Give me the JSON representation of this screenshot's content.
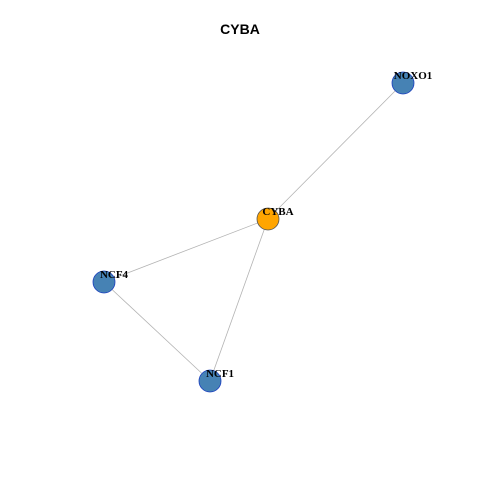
{
  "title": "CYBA",
  "colors": {
    "center_node": "#FFA500",
    "neighbor_node": "#4682B4",
    "node_border_center": "#555555",
    "node_border_neighbor": "#1a3fbf",
    "edge": "#b3b3b3"
  },
  "nodes": [
    {
      "id": "CYBA",
      "label": "CYBA",
      "role": "center"
    },
    {
      "id": "NOXO1",
      "label": "NOXO1",
      "role": "neighbor"
    },
    {
      "id": "NCF4",
      "label": "NCF4",
      "role": "neighbor"
    },
    {
      "id": "NCF1",
      "label": "NCF1",
      "role": "neighbor"
    }
  ],
  "edges": [
    {
      "source": "CYBA",
      "target": "NOXO1"
    },
    {
      "source": "CYBA",
      "target": "NCF4"
    },
    {
      "source": "CYBA",
      "target": "NCF1"
    },
    {
      "source": "NCF4",
      "target": "NCF1"
    }
  ]
}
